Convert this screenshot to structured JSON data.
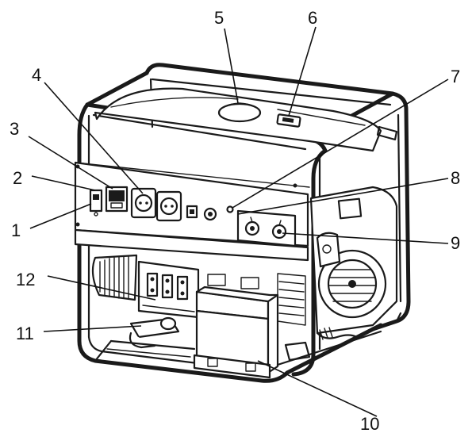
{
  "callouts": [
    {
      "id": "1",
      "text": "1"
    },
    {
      "id": "2",
      "text": "2"
    },
    {
      "id": "3",
      "text": "3"
    },
    {
      "id": "4",
      "text": "4"
    },
    {
      "id": "5",
      "text": "5"
    },
    {
      "id": "6",
      "text": "6"
    },
    {
      "id": "7",
      "text": "7"
    },
    {
      "id": "8",
      "text": "8"
    },
    {
      "id": "9",
      "text": "9"
    },
    {
      "id": "10",
      "text": "10"
    },
    {
      "id": "11",
      "text": "11"
    },
    {
      "id": "12",
      "text": "12"
    }
  ],
  "colors": {
    "ink": "#1a1a1a",
    "paper": "#ffffff"
  }
}
